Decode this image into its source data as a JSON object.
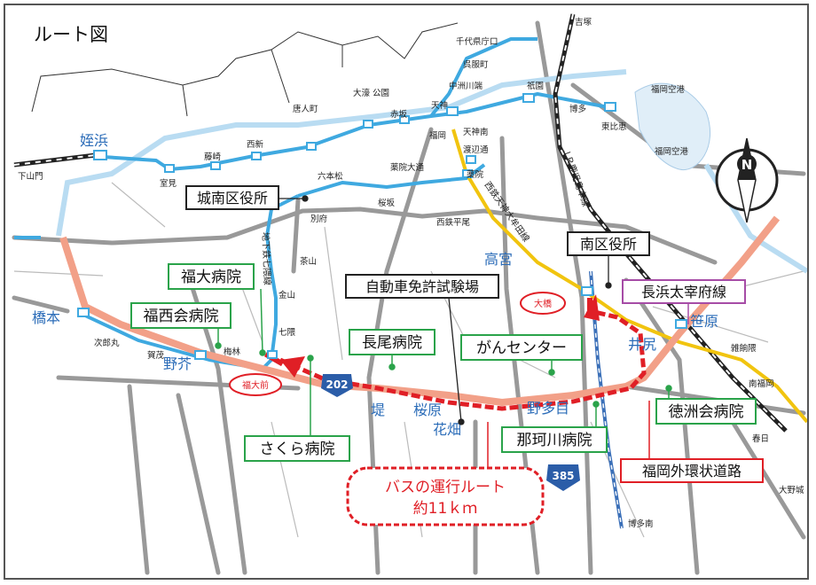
{
  "map": {
    "title": "ルート図",
    "compass_letter": "N",
    "boxes": {
      "jonan_ward": "城南区役所",
      "minami_ward": "南区役所",
      "driving_test": "自動車免許試験場",
      "nagahama_line": "長浜太宰府線",
      "gaikan_road": "福岡外環状道路",
      "fukudai_hosp": "福大病院",
      "fukunishi_hosp": "福西会病院",
      "nagao_hosp": "長尾病院",
      "gan_center": "がんセンター",
      "tokushu_hosp": "徳洲会病院",
      "nakagawa_hosp": "那珂川病院",
      "sakura_hosp": "さくら病院"
    },
    "route_box": {
      "line1": "バスの運行ルート",
      "line2": "約11ｋｍ"
    },
    "ovals": {
      "fukudaimae": "福大前",
      "ohashi": "大橋"
    },
    "shields": {
      "r202": "202",
      "r385": "385"
    },
    "places_blue": {
      "meinohama": "姪浜",
      "hashimoto": "橋本",
      "noke": "野芥",
      "takamiya": "高宮",
      "ijiri": "井尻",
      "sasahara": "笹原",
      "tsutsumi": "堤",
      "sakurahara": "桜原",
      "notame": "野多目",
      "hanahata": "花畑"
    },
    "stations": {
      "chiyo": "千代県庁口",
      "gofukumachi": "呉服町",
      "nakasu": "中洲川端",
      "gion": "祇園",
      "hakata": "博多",
      "higashihie": "東比恵",
      "fukuokakuko_top": "福岡空港",
      "fukuokakuko": "福岡空港",
      "yoshizuka": "吉塚",
      "tenjin": "天神",
      "tenjinminami": "天神南",
      "watanabedori": "渡辺通",
      "fukuoka": "福岡",
      "yakuin": "薬院",
      "yakuinodori": "薬院大通",
      "ohori": "大濠\n公園",
      "akasaka": "赤坂",
      "tojinmachi": "唐人町",
      "nishijin": "西新",
      "fujisaki": "藤崎",
      "muromi": "室見",
      "shimoyamato": "下山門",
      "ropponmatsu": "六本松",
      "sakurazaka": "桜坂",
      "befu": "別府",
      "chayama": "茶山",
      "kanayama": "金山",
      "nanakuma": "七隈",
      "umebayashi": "梅林",
      "jirokumaru": "次郎丸",
      "kamo": "賀茂",
      "nishitetsuhirao": "西鉄平尾",
      "zasshonokuma": "雑餉隈",
      "minamifukuoka": "南福岡",
      "kasuga": "春日",
      "onojo": "大野城",
      "hakataminami": "博多南"
    },
    "line_labels": {
      "nanakuma_line": "地下鉄七隈線",
      "nishitetsu": "西鉄天神大牟田線",
      "kagoshima": "ＪＲ鹿児島本線"
    },
    "colors": {
      "route_red": "#e01f26",
      "road_salmon": "#f2a088",
      "subway_blue": "#3fa9e0",
      "nishitetsu_yellow": "#f1c40f",
      "hospital_green": "#2aa34a",
      "nagahama_purple": "#a64ca6"
    }
  }
}
